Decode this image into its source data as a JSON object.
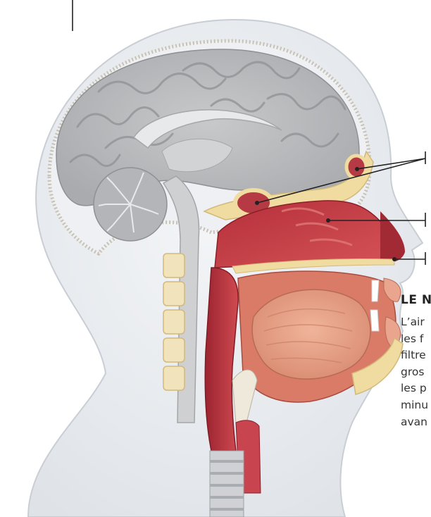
{
  "figure": {
    "illustration": "sagittal-head-section",
    "colors": {
      "skin": "#e7eaee",
      "skin_edge": "#c9ced5",
      "brain": "#b9bbbe",
      "bone": "#f0dca0",
      "nasal_cavity": "#c8424a",
      "mouth_tissue": "#d97b66",
      "leader_line": "#222222"
    }
  },
  "text_block": {
    "title": "LE N",
    "lines": [
      "L’air",
      "les f",
      "filtre",
      "gros",
      "les p",
      "minu",
      "avan"
    ]
  }
}
